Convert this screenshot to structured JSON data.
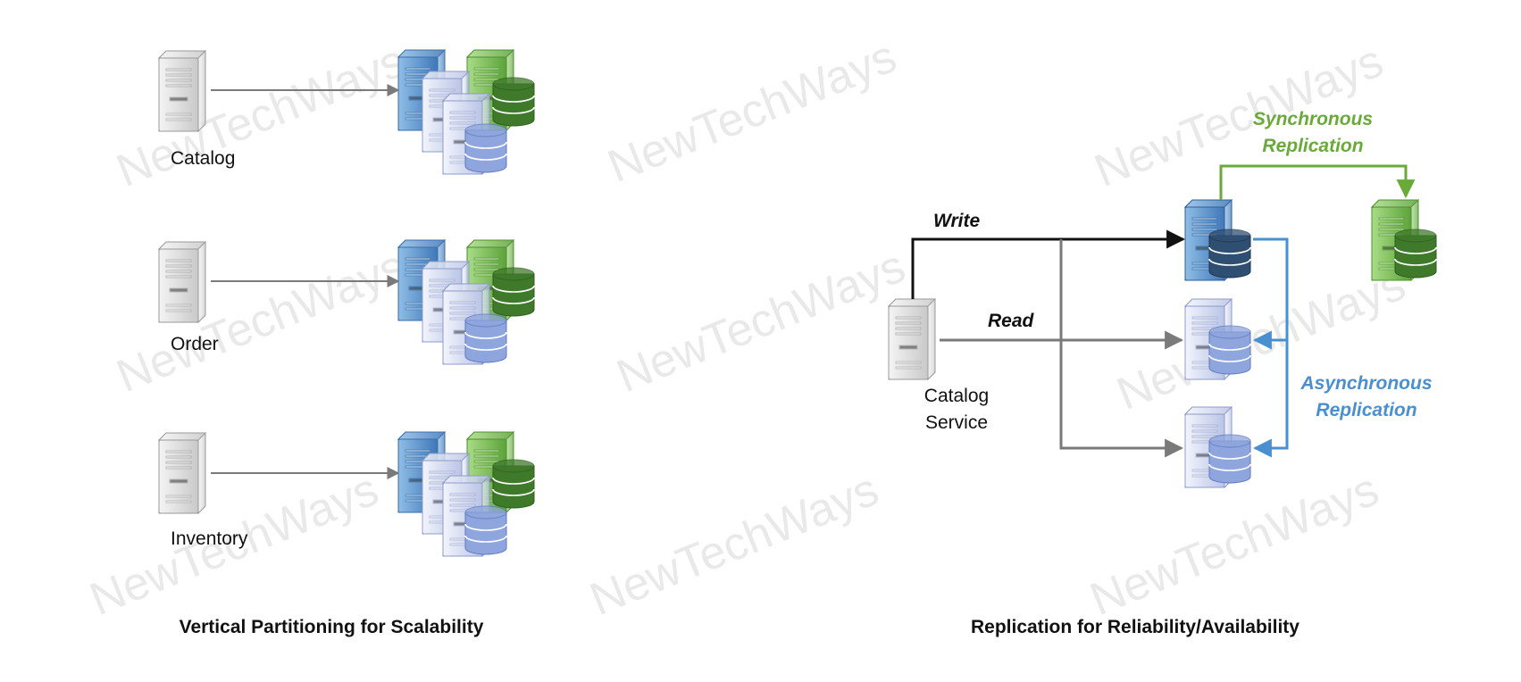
{
  "watermark": "NewTechWays",
  "colors": {
    "sync": "#6aaa3a",
    "async": "#4a8fd0",
    "write": "#111111",
    "read": "#7a7a7a"
  },
  "partitioning": {
    "title": "Vertical Partitioning for Scalability",
    "services": [
      "Catalog",
      "Order",
      "Inventory"
    ]
  },
  "replication": {
    "title": "Replication for Reliability/Availability",
    "service_line1": "Catalog",
    "service_line2": "Service",
    "write_label": "Write",
    "read_label": "Read",
    "sync_line1": "Synchronous",
    "sync_line2": "Replication",
    "async_line1": "Asynchronous",
    "async_line2": "Replication"
  }
}
